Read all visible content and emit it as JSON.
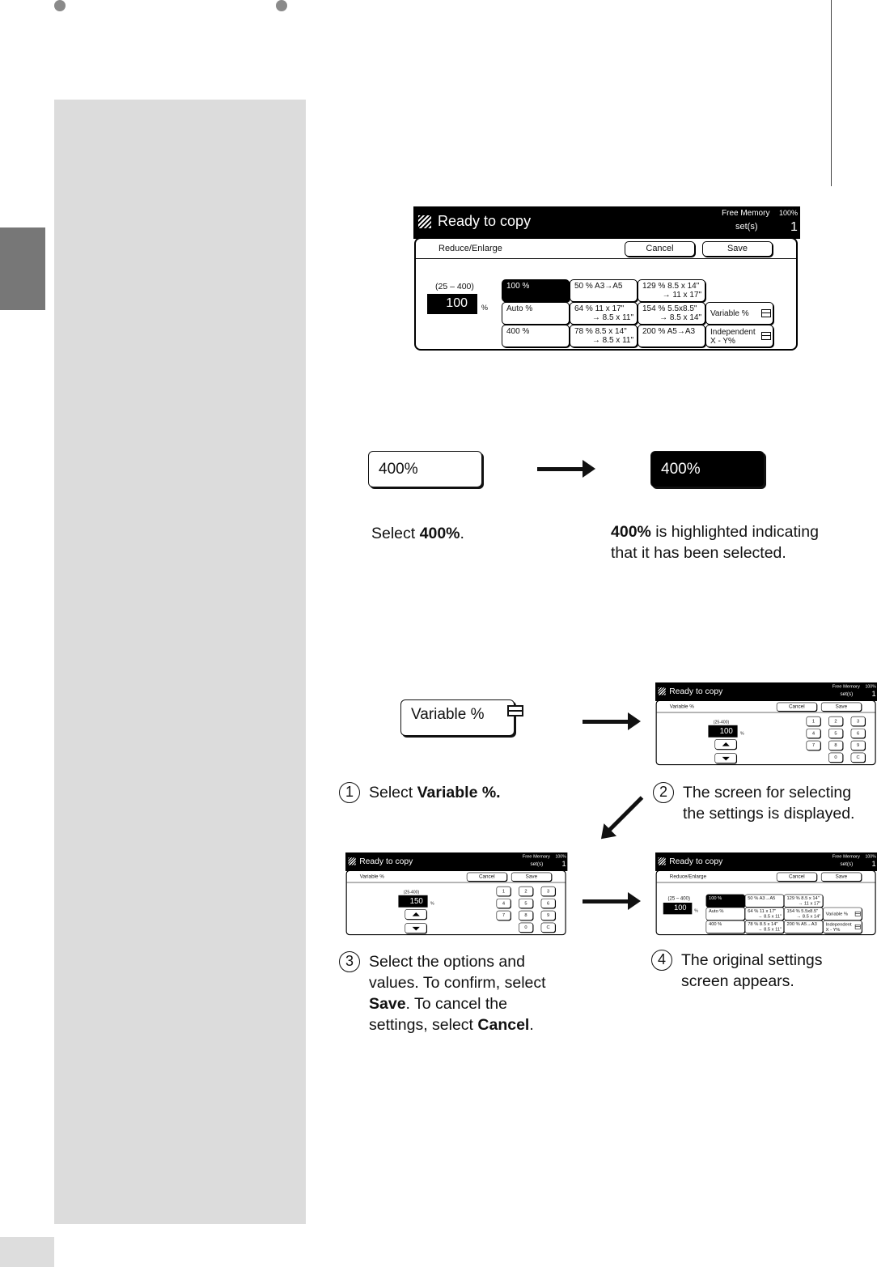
{
  "step1_captions": {
    "before_prefix": "Select ",
    "before_bold": "400%",
    "before_suffix": ".",
    "after_bold": "400%",
    "after_line1": " is highlighted indicating",
    "after_line2": "that it has been selected."
  },
  "demo_buttons": {
    "unselected": "400%",
    "selected": "400%",
    "variable": "Variable %"
  },
  "steps": [
    {
      "num": "1",
      "lines": [
        [
          "Select ",
          {
            "b": "Variable %."
          }
        ]
      ]
    },
    {
      "num": "2",
      "lines": [
        [
          "The screen for selecting"
        ],
        [
          "the settings is displayed."
        ]
      ]
    },
    {
      "num": "3",
      "lines": [
        [
          "Select the options and"
        ],
        [
          "values.  To confirm, select"
        ],
        [
          {
            "b": "Save"
          },
          ".  To cancel the"
        ],
        [
          "settings, select ",
          {
            "b": "Cancel"
          },
          "."
        ]
      ]
    },
    {
      "num": "4",
      "lines": [
        [
          "The original settings"
        ],
        [
          "screen appears."
        ]
      ]
    }
  ],
  "screens": {
    "main": {
      "type": "reduce",
      "title": "Ready to copy",
      "free_memory": "Free Memory",
      "memory_pct": "100%",
      "sets_label": "set(s)",
      "sets": "1",
      "label": "Reduce/Enlarge",
      "cancel": "Cancel",
      "save": "Save",
      "range": "(25 – 400)",
      "value": "100",
      "unit": "%",
      "presets": [
        {
          "a": "100 %",
          "selected": true
        },
        {
          "a": "Auto %"
        },
        {
          "a": "400 %"
        },
        {
          "a": "50 %   A3→A5"
        },
        {
          "a": "64 %    11 x 17\"",
          "b": "→ 8.5 x 11\""
        },
        {
          "a": "78 %    8.5 x 14\"",
          "b": "→ 8.5 x 11\""
        },
        {
          "a": "129 %  8.5 x 14\"",
          "b": "→ 11 x 17\""
        },
        {
          "a": "154 %  5.5x8.5\"",
          "b": "→ 8.5 x 14\""
        },
        {
          "a": "200 %  A5→A3"
        },
        {
          "a": "Variable %",
          "icon": true
        },
        {
          "a": "Independent",
          "b": "X - Y%",
          "icon": true
        }
      ]
    },
    "variable_100": {
      "type": "variable",
      "title": "Ready to copy",
      "free_memory": "Free Memory",
      "memory_pct": "100%",
      "sets_label": "set(s)",
      "sets": "1",
      "label": "Variable %",
      "cancel": "Cancel",
      "save": "Save",
      "range": "(25-400)",
      "value": "100",
      "unit": "%",
      "keys": [
        "1",
        "2",
        "3",
        "4",
        "5",
        "6",
        "7",
        "8",
        "9",
        "0",
        "C"
      ]
    },
    "variable_150": {
      "type": "variable",
      "title": "Ready to copy",
      "free_memory": "Free Memory",
      "memory_pct": "100%",
      "sets_label": "set(s)",
      "sets": "1",
      "label": "Variable %",
      "cancel": "Cancel",
      "save": "Save",
      "range": "(25-400)",
      "value": "150",
      "unit": "%",
      "keys": [
        "1",
        "2",
        "3",
        "4",
        "5",
        "6",
        "7",
        "8",
        "9",
        "0",
        "C"
      ]
    },
    "original": {
      "type": "reduce",
      "title": "Ready to copy",
      "free_memory": "Free Memory",
      "memory_pct": "100%",
      "sets_label": "set(s)",
      "sets": "1",
      "label": "Reduce/Enlarge",
      "cancel": "Cancel",
      "save": "Save",
      "range": "(25 – 400)",
      "value": "100",
      "unit": "%",
      "presets": [
        {
          "a": "100 %",
          "selected": true
        },
        {
          "a": "Auto %"
        },
        {
          "a": "400 %"
        },
        {
          "a": "50 %   A3→A5"
        },
        {
          "a": "64 %    11 x 17\"",
          "b": "→ 8.5 x 11\""
        },
        {
          "a": "78 %    8.5 x 14\"",
          "b": "→ 8.5 x 11\""
        },
        {
          "a": "129 %  8.5 x 14\"",
          "b": "→ 11 x 17\""
        },
        {
          "a": "154 %  5.5x8.5\"",
          "b": "→ 8.5 x 14\""
        },
        {
          "a": "200 %  A5→A3"
        },
        {
          "a": "Variable %",
          "icon": true
        },
        {
          "a": "Independent",
          "b": "X - Y%",
          "icon": true
        }
      ]
    }
  }
}
